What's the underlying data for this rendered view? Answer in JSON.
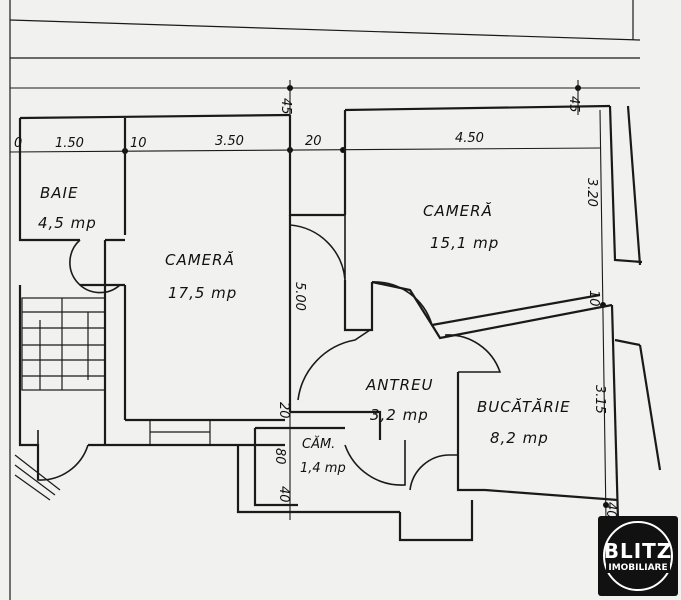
{
  "dimensions": {
    "top_45_left": "45",
    "top_45_right": "45",
    "w_0": "0",
    "w_150": "1.50",
    "w_10": "10",
    "w_350": "3.50",
    "w_20": "20",
    "w_450": "4.50",
    "h_320": "3.20",
    "h_500": "5.00",
    "w_10b": "10",
    "h_315": "3.15",
    "w_20b": "20",
    "h_80": "80",
    "w_40": "40",
    "w_40b": "40"
  },
  "rooms": {
    "baie": {
      "name": "BAIE",
      "area": "4,5 mp"
    },
    "camera_left": {
      "name": "CAMERĂ",
      "area": "17,5 mp"
    },
    "camera_right": {
      "name": "CAMERĂ",
      "area": "15,1 mp"
    },
    "antreu": {
      "name": "ANTREU",
      "area": "3,2 mp"
    },
    "bucatarie": {
      "name": "BUCĂTĂRIE",
      "area": "8,2 mp"
    },
    "camara": {
      "name": "CĂM.",
      "area": "1,4 mp"
    }
  },
  "logo": {
    "line1": "BLITZ",
    "line2": "IMOBILIARE"
  }
}
